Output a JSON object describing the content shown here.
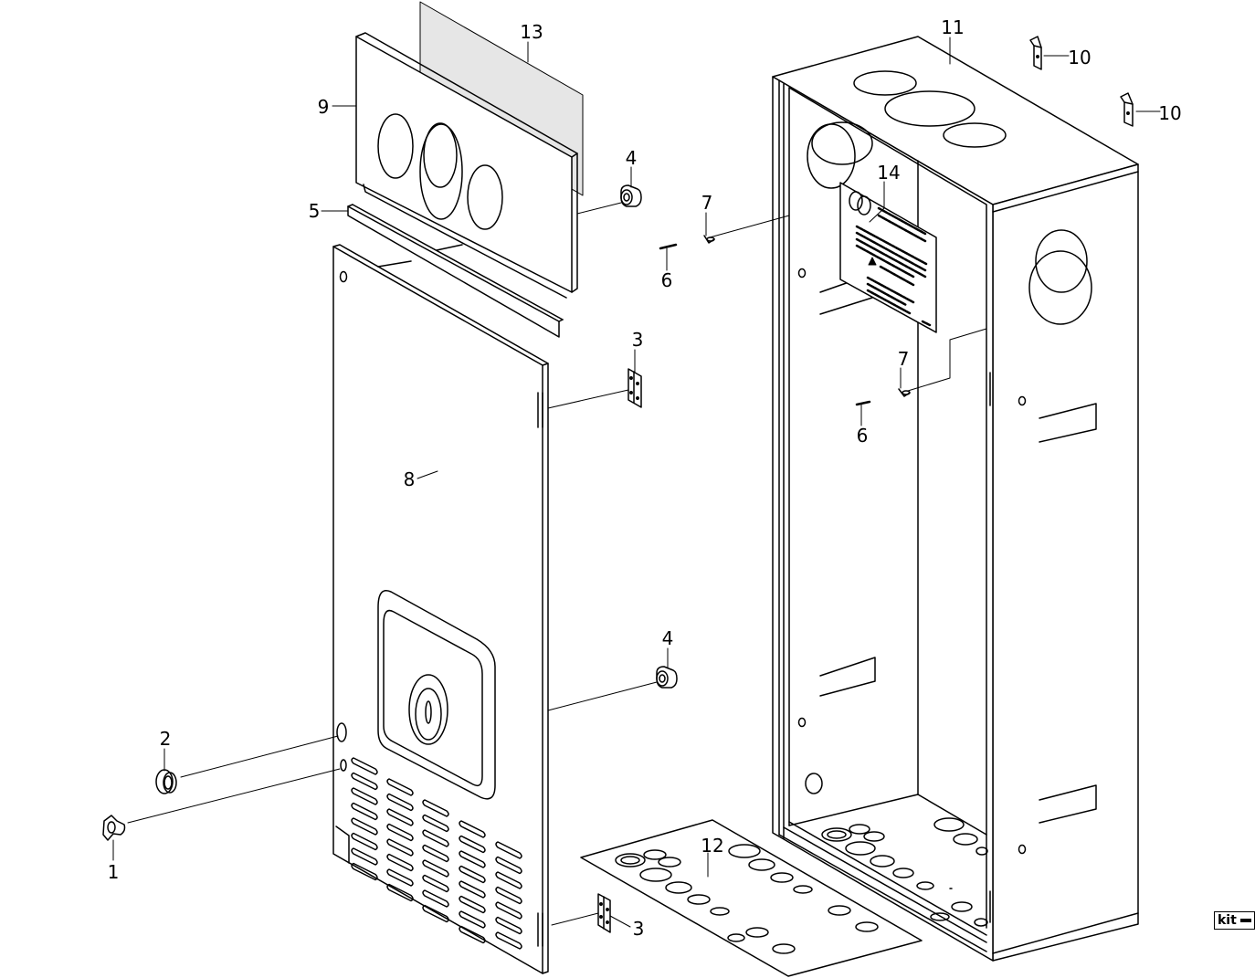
{
  "diagram": {
    "callouts": {
      "c1": "1",
      "c2": "2",
      "c3a": "3",
      "c3b": "3",
      "c4a": "4",
      "c4b": "4",
      "c5": "5",
      "c6a": "6",
      "c6b": "6",
      "c7a": "7",
      "c7b": "7",
      "c8": "8",
      "c9": "9",
      "c10a": "10",
      "c10b": "10",
      "c11": "11",
      "c12": "12",
      "c13": "13",
      "c14": "14"
    },
    "kit_label": "kit"
  }
}
